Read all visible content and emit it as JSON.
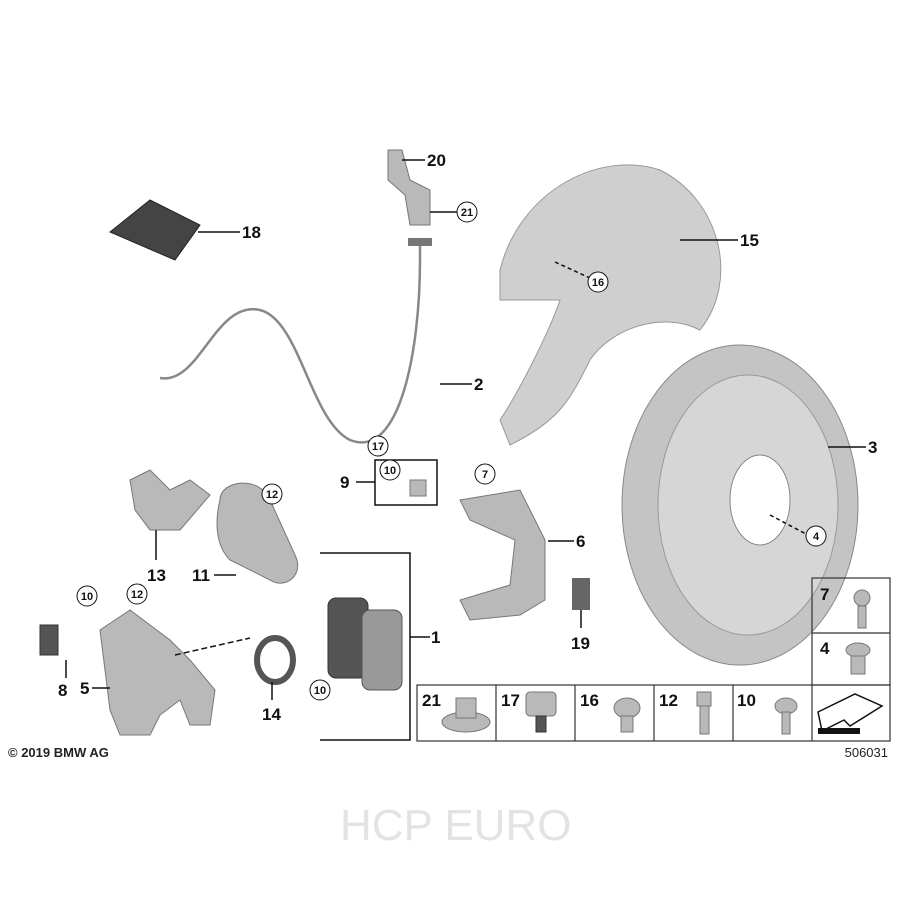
{
  "watermark": "HCP EURO",
  "copyright": "© 2019 BMW AG",
  "diagram_number": "506031",
  "callouts": {
    "c1": "1",
    "c2": "2",
    "c3": "3",
    "c4": "4",
    "c5": "5",
    "c6": "6",
    "c7": "7",
    "c8": "8",
    "c9": "9",
    "c10a": "10",
    "c10b": "10",
    "c10c": "10",
    "c11": "11",
    "c12a": "12",
    "c12b": "12",
    "c13": "13",
    "c14": "14",
    "c15": "15",
    "c16": "16",
    "c17": "17",
    "c18": "18",
    "c19": "19",
    "c20": "20",
    "c21": "21"
  },
  "hardware_table": [
    "7",
    "4",
    "21",
    "17",
    "16",
    "12",
    "10"
  ]
}
